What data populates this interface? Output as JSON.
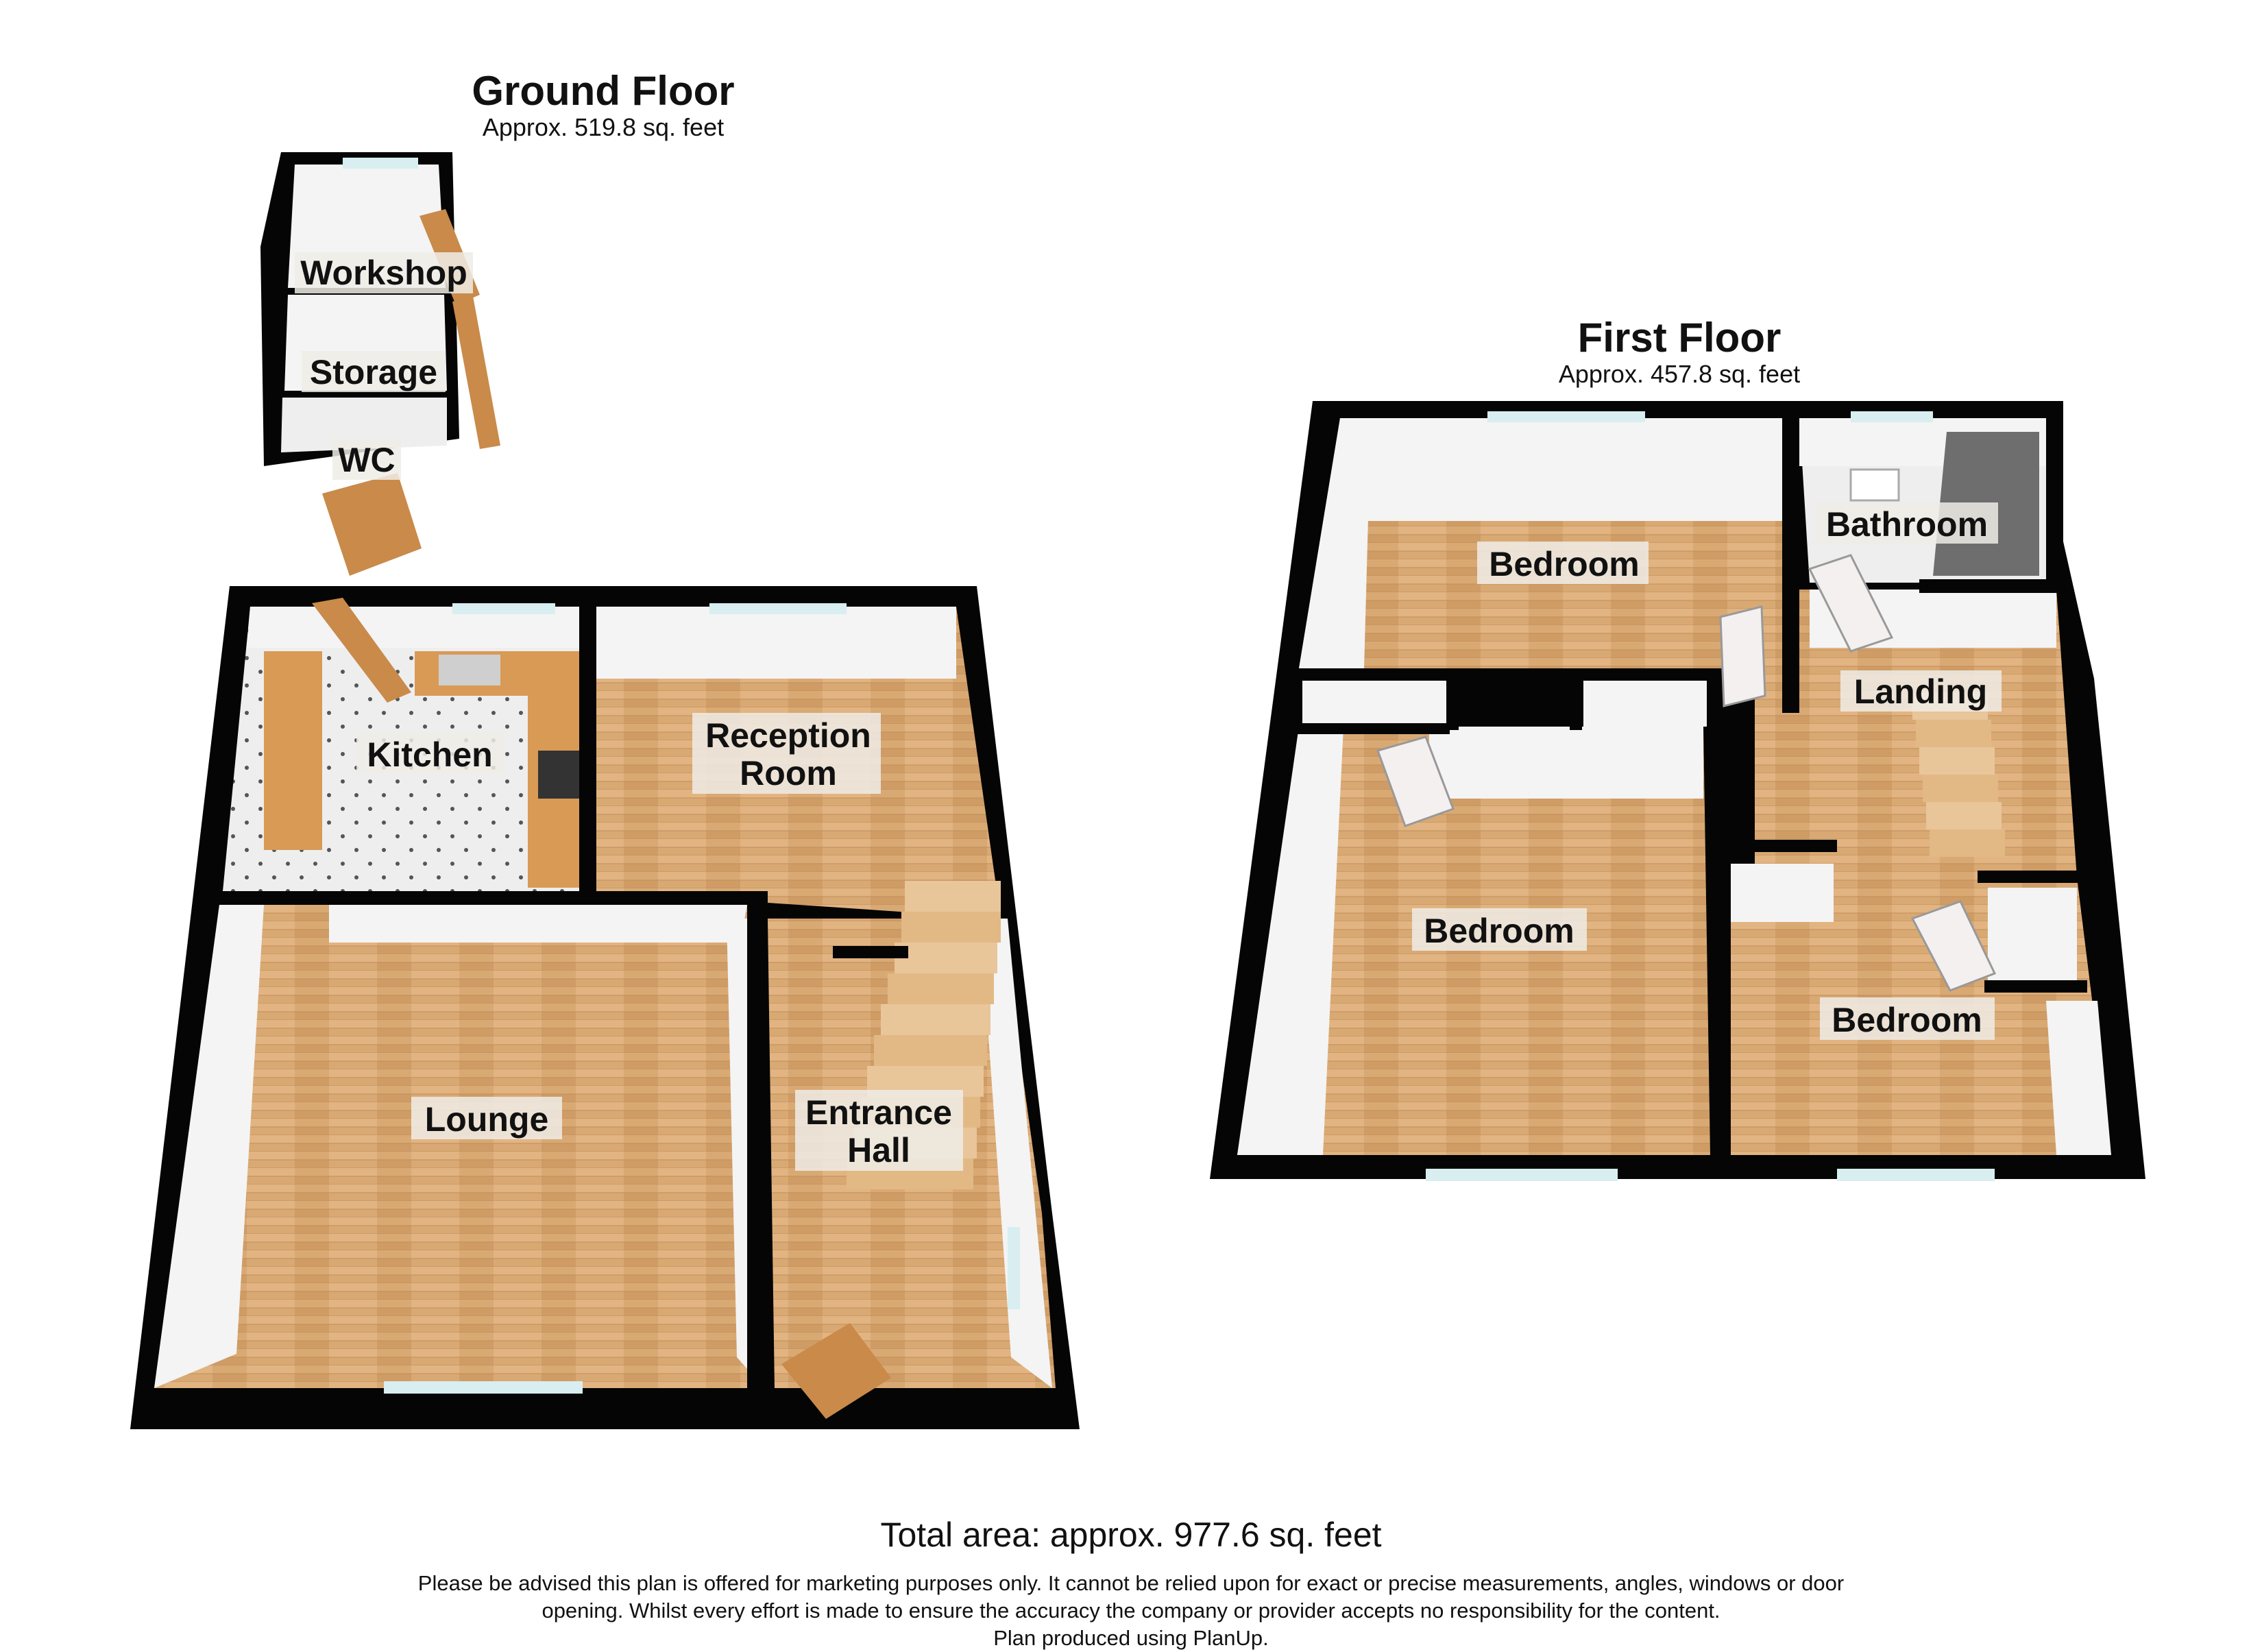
{
  "ground_floor": {
    "title": "Ground Floor",
    "area": "Approx. 519.8 sq. feet",
    "rooms": {
      "workshop": "Workshop",
      "storage": "Storage",
      "wc": "WC",
      "kitchen": "Kitchen",
      "reception_1": "Reception",
      "reception_2": "Room",
      "lounge": "Lounge",
      "entrance_1": "Entrance",
      "entrance_2": "Hall"
    }
  },
  "first_floor": {
    "title": "First Floor",
    "area": "Approx. 457.8 sq. feet",
    "rooms": {
      "bedroom_1": "Bedroom",
      "bathroom": "Bathroom",
      "landing": "Landing",
      "bedroom_2": "Bedroom",
      "bedroom_3": "Bedroom"
    }
  },
  "total_area": "Total area: approx. 977.6 sq. feet",
  "disclaimer": {
    "line1": "Please be advised this plan is offered for marketing purposes only. It cannot be relied upon for exact or precise measurements, angles, windows or door",
    "line2": "opening. Whilst every effort is made to ensure the accuracy the company or provider accepts no responsibility for the content.",
    "line3": "Plan produced using PlanUp."
  },
  "colors": {
    "wall": "#050505",
    "inner_wall": "#f4f4f4",
    "wood_floor": "#d9a974",
    "tile_floor": "#eeeeee",
    "window": "#d8eef0",
    "door": "#c98a4a",
    "cabinet": "#d99a55"
  }
}
